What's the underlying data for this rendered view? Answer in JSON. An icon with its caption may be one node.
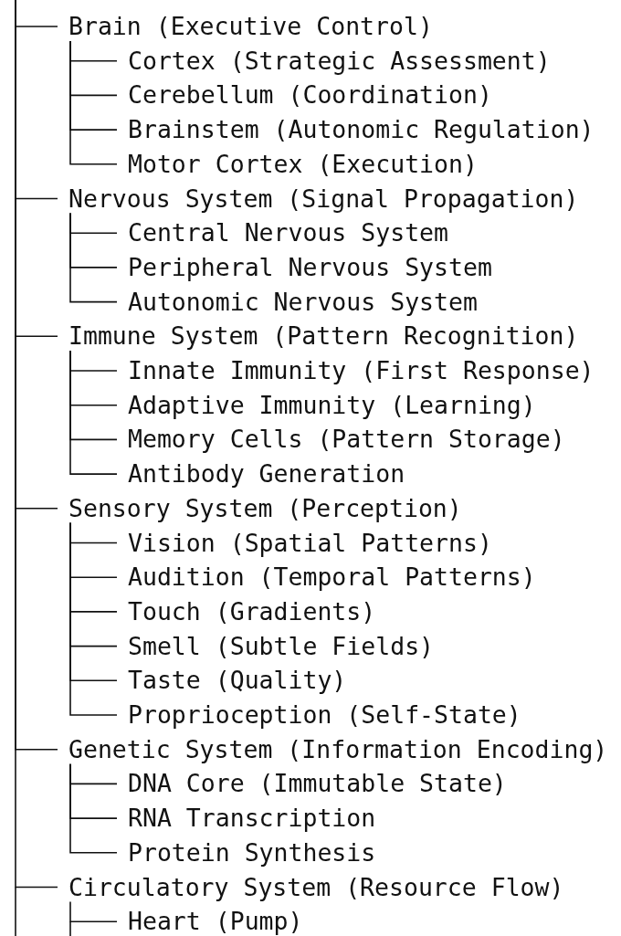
{
  "diagram": {
    "nodes": [
      {
        "text": [
          "Brain (Executive Control)"
        ]
      },
      {
        "text": [
          "Cortex (Strategic Assessment)"
        ]
      },
      {
        "text": [
          "Cerebellum (Coordination)"
        ]
      },
      {
        "text": [
          "Brainstem (Autonomic Regulation)"
        ]
      },
      {
        "text": [
          "Motor Cortex (Execution)"
        ]
      },
      {
        "text": [
          "Nervous System (Signal Propagation)"
        ]
      },
      {
        "text": [
          "Central Nervous System"
        ]
      },
      {
        "text": [
          "Peripheral Nervous System"
        ]
      },
      {
        "text": [
          "Autonomic Nervous System"
        ]
      },
      {
        "text": [
          "Immune System (Pattern Recognition)"
        ]
      },
      {
        "text": [
          "Innate Immunity (First Response)"
        ]
      },
      {
        "text": [
          "Adaptive Immunity (Learning)"
        ]
      },
      {
        "text": [
          "Memory Cells (Pattern Storage)"
        ]
      },
      {
        "text": [
          "Antibody Generation"
        ]
      },
      {
        "text": [
          "Sensory System (Perception)"
        ]
      },
      {
        "text": [
          "Vision (Spatial Patterns)"
        ]
      },
      {
        "text": [
          "Audition (Temporal Patterns)"
        ]
      },
      {
        "text": [
          "Touch (Gradients)"
        ]
      },
      {
        "text": [
          "Smell (Subtle Fields)"
        ]
      },
      {
        "text": [
          "Taste (Quality)"
        ]
      },
      {
        "text": [
          "Proprioception (Self-State)"
        ]
      },
      {
        "text": [
          "Genetic System (Information Encoding)"
        ]
      },
      {
        "text": [
          "DNA Core (Immutable State)"
        ]
      },
      {
        "text": [
          "RNA Transcription"
        ]
      },
      {
        "text": [
          "Protein Synthesis"
        ]
      },
      {
        "text": [
          "Circulatory System (Resource Flow)"
        ]
      },
      {
        "text": [
          "Heart (Pump)"
        ]
      }
    ],
    "edges": [
      {
        "from": null,
        "to": 0,
        "arrow": "none"
      },
      {
        "from": 0,
        "to": 1,
        "arrow": "none"
      },
      {
        "from": 0,
        "to": 2,
        "arrow": "none"
      },
      {
        "from": 0,
        "to": 3,
        "arrow": "none"
      },
      {
        "from": 0,
        "to": 4,
        "arrow": "none"
      },
      {
        "from": null,
        "to": 5,
        "arrow": "none"
      },
      {
        "from": 5,
        "to": 6,
        "arrow": "none"
      },
      {
        "from": 5,
        "to": 7,
        "arrow": "none"
      },
      {
        "from": 5,
        "to": 8,
        "arrow": "none"
      },
      {
        "from": null,
        "to": 9,
        "arrow": "none"
      },
      {
        "from": 9,
        "to": 10,
        "arrow": "none"
      },
      {
        "from": 9,
        "to": 11,
        "arrow": "none"
      },
      {
        "from": 9,
        "to": 12,
        "arrow": "none"
      },
      {
        "from": 9,
        "to": 13,
        "arrow": "none"
      },
      {
        "from": null,
        "to": 14,
        "arrow": "none"
      },
      {
        "from": 14,
        "to": 15,
        "arrow": "none"
      },
      {
        "from": 14,
        "to": 16,
        "arrow": "none"
      },
      {
        "from": 14,
        "to": 17,
        "arrow": "none"
      },
      {
        "from": 14,
        "to": 18,
        "arrow": "none"
      },
      {
        "from": 14,
        "to": 19,
        "arrow": "none"
      },
      {
        "from": 14,
        "to": 20,
        "arrow": "none"
      },
      {
        "from": null,
        "to": 21,
        "arrow": "none"
      },
      {
        "from": 21,
        "to": 22,
        "arrow": "none"
      },
      {
        "from": 21,
        "to": 23,
        "arrow": "none"
      },
      {
        "from": 21,
        "to": 24,
        "arrow": "none"
      },
      {
        "from": null,
        "to": 25,
        "arrow": "none"
      },
      {
        "from": 25,
        "to": 26,
        "arrow": "none"
      }
    ]
  }
}
